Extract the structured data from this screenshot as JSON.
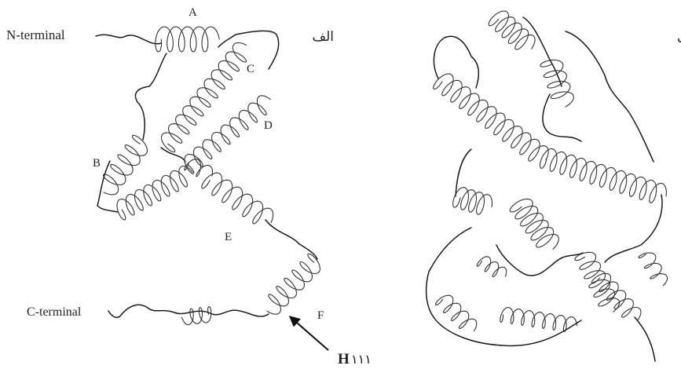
{
  "figure": {
    "panel_a": {
      "panel_label": "الف",
      "labels": {
        "n_terminal": "N-terminal",
        "c_terminal": "C-terminal",
        "helix_a": "A",
        "helix_b": "B",
        "helix_c": "C",
        "helix_d": "D",
        "helix_e": "E",
        "helix_f": "F"
      },
      "residue_marker": {
        "residue_letter": "H",
        "residue_number": "۱۱۱"
      }
    },
    "panel_b": {
      "panel_label": "ب"
    }
  }
}
